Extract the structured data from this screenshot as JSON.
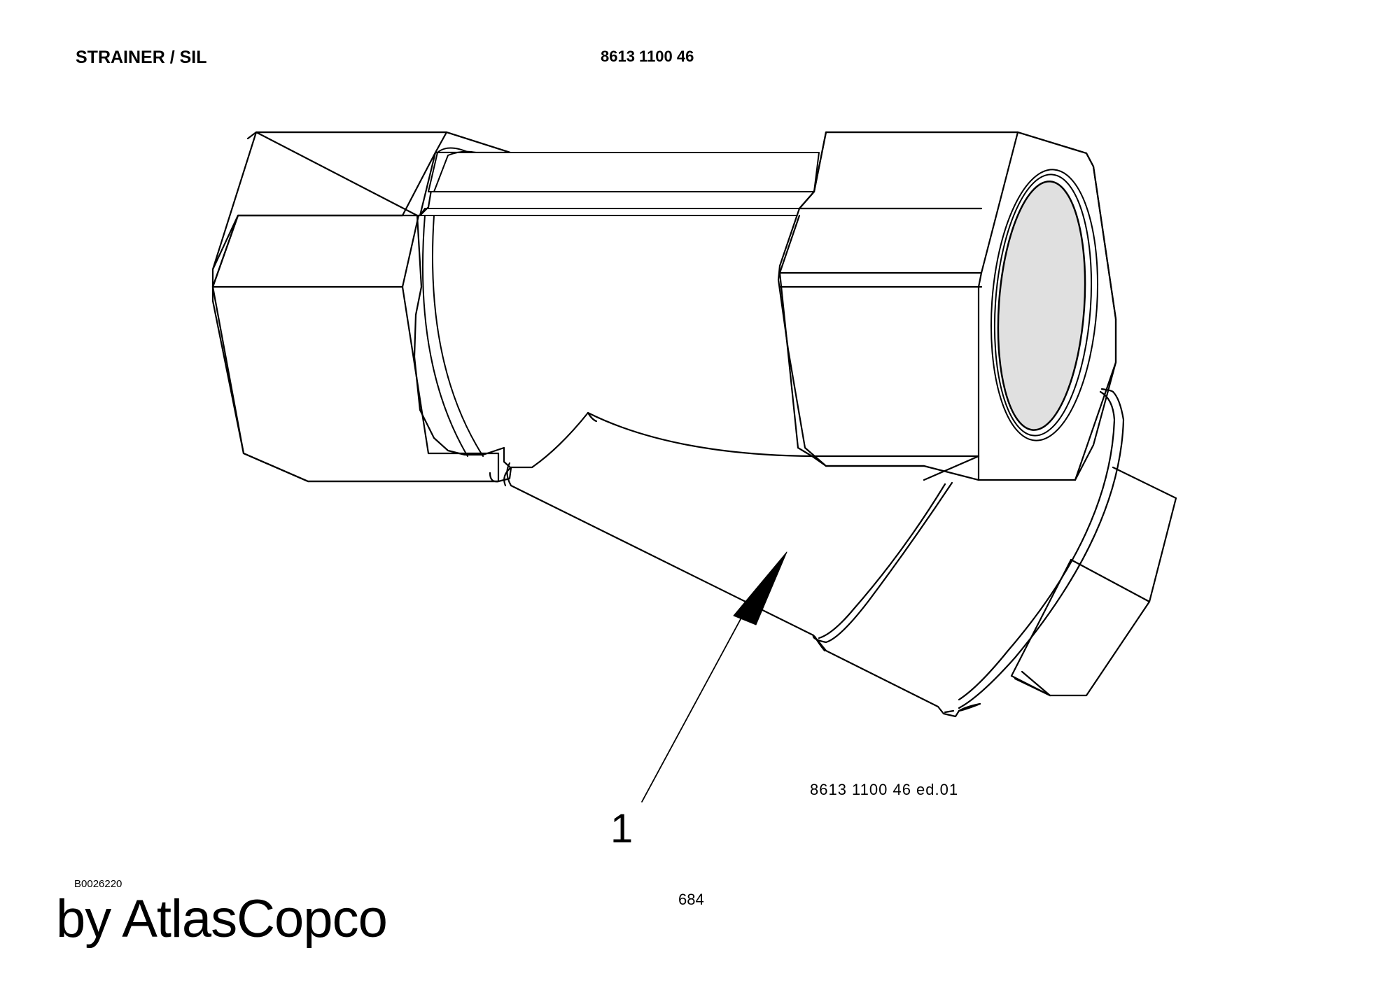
{
  "header": {
    "title": "STRAINER / SIL",
    "part_number": "8613 1100 46"
  },
  "drawing": {
    "subject": "Y-strainer",
    "reference": "8613 1100 46 ed.01",
    "callouts": [
      {
        "label": "1"
      }
    ]
  },
  "footer": {
    "image_code": "B0026220",
    "page_number": "684",
    "brand": "by AtlasCopco"
  },
  "colors": {
    "line": "#000000",
    "bore_fill": "#e0e0e0",
    "background": "#ffffff"
  }
}
